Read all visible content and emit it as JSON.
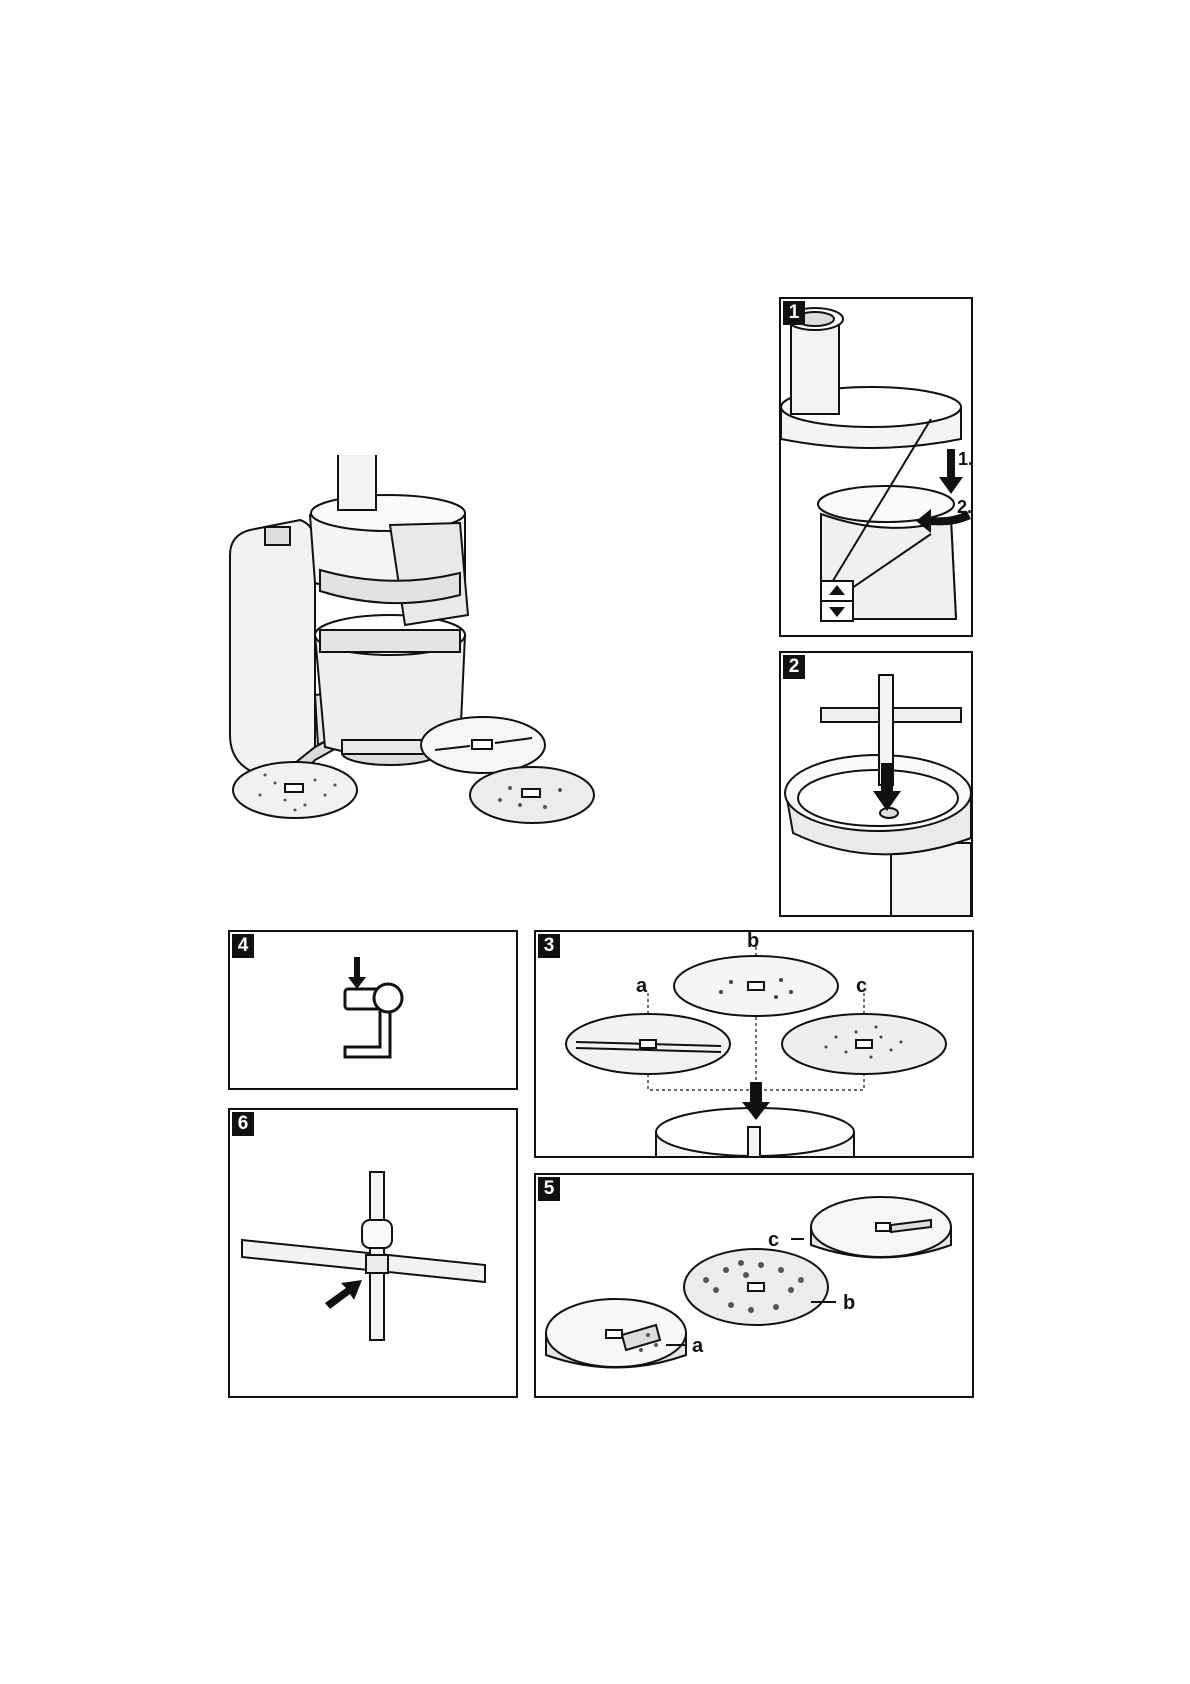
{
  "colors": {
    "line": "#111111",
    "shade": "#e6e6e6",
    "light": "#f3f3f3",
    "paper": "#ffffff"
  },
  "hero": {
    "icon": "food-processor-illustration"
  },
  "panels": [
    {
      "number": "1",
      "step_labels": [
        "1.",
        "2."
      ],
      "icon": "lid-alignment-arrows-icon"
    },
    {
      "number": "2",
      "icon": "insert-drive-shaft-icon"
    },
    {
      "number": "4",
      "icon": "release-lever-icon"
    },
    {
      "number": "3",
      "disc_labels": [
        "a",
        "b",
        "c"
      ],
      "icon": "choose-disc-icon"
    },
    {
      "number": "6",
      "icon": "press-shaft-release-icon"
    },
    {
      "number": "5",
      "disc_labels": [
        "c",
        "b",
        "a"
      ],
      "icon": "disc-set-icon"
    }
  ]
}
